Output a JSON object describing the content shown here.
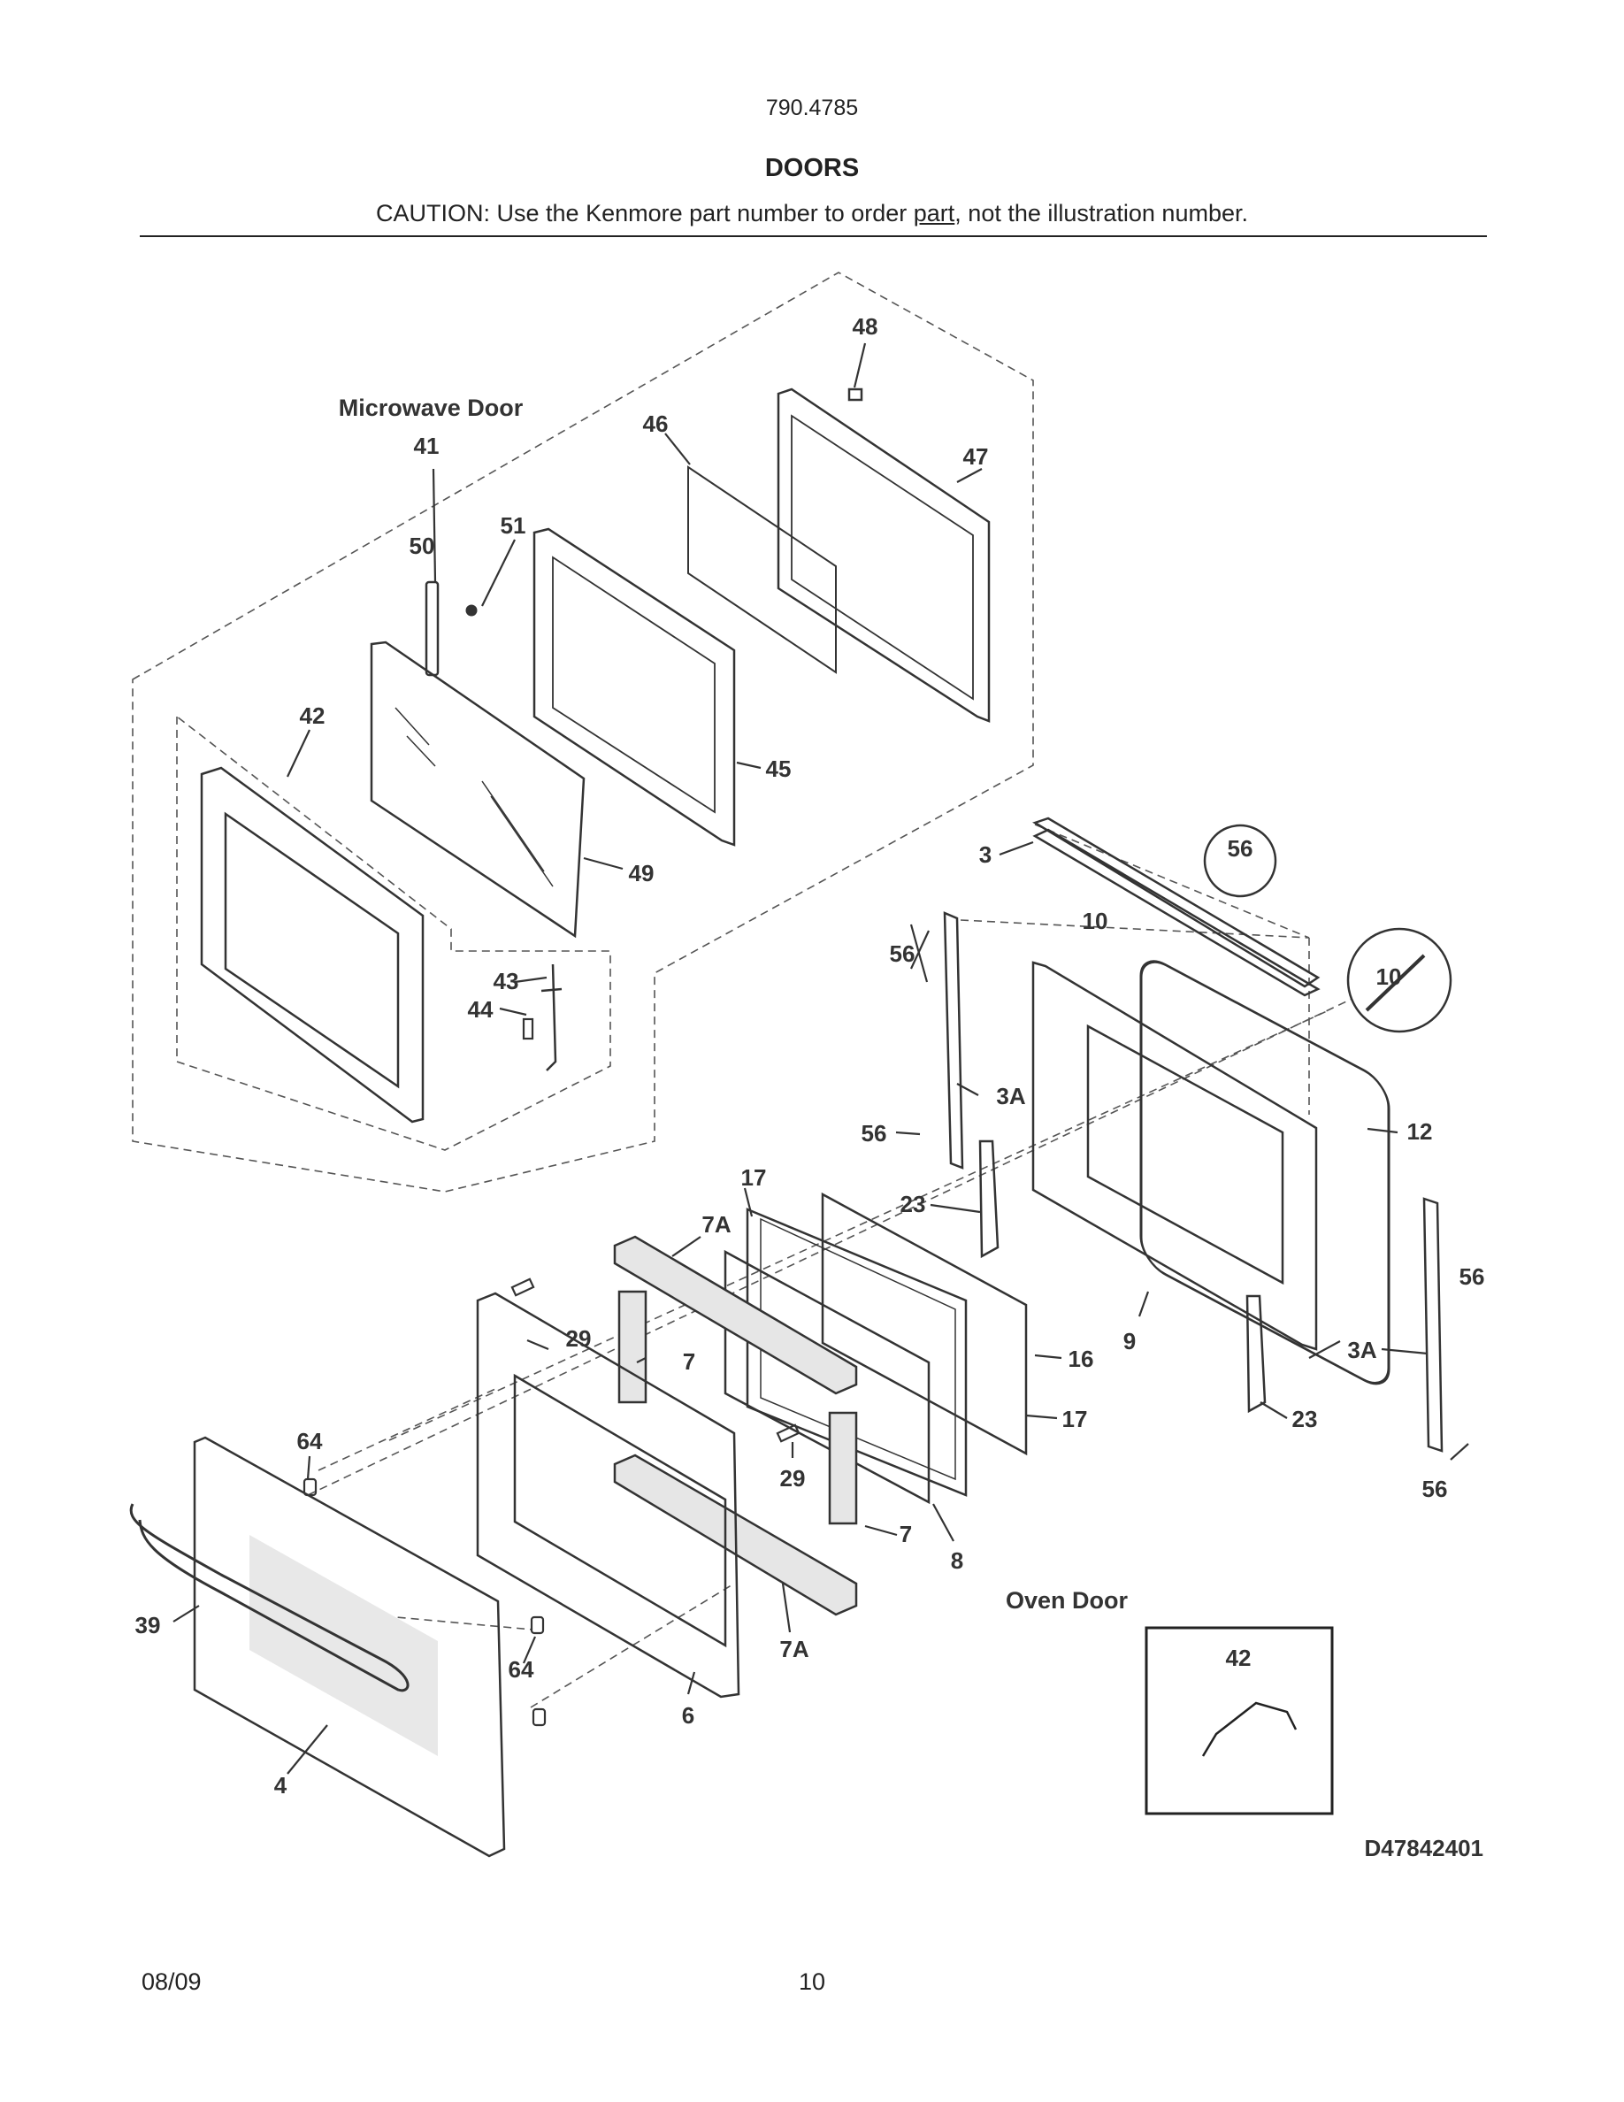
{
  "header": {
    "model_number": "790.4785",
    "title": "DOORS",
    "caution_prefix": "CAUTION: Use the Kenmore part number to order ",
    "caution_link": "part",
    "caution_suffix": ", not the illustration number."
  },
  "diagram": {
    "microwave_section_label": "Microwave Door",
    "oven_section_label": "Oven Door",
    "drawing_number": "D47842401",
    "inset_label": "42",
    "callouts": {
      "c48": "48",
      "c46": "46",
      "c47": "47",
      "c41": "41",
      "c50": "50",
      "c51": "51",
      "c42": "42",
      "c45": "45",
      "c49": "49",
      "c43": "43",
      "c44": "44",
      "c3": "3",
      "c56a": "56",
      "c10a": "10",
      "c56b": "56",
      "c10b": "10",
      "c3Aa": "3A",
      "c56c": "56",
      "c12": "12",
      "c17a": "17",
      "c7Aa": "7A",
      "c23a": "23",
      "c9": "9",
      "c56d": "56",
      "c29a": "29",
      "c7a": "7",
      "c16": "16",
      "c3Ab": "3A",
      "c17b": "17",
      "c23b": "23",
      "c64a": "64",
      "c29b": "29",
      "c7b": "7",
      "c8": "8",
      "c56e": "56",
      "c39": "39",
      "c64b": "64",
      "c7Ab": "7A",
      "c6": "6",
      "c4": "4"
    }
  },
  "footer": {
    "date": "08/09",
    "page_number": "10"
  }
}
